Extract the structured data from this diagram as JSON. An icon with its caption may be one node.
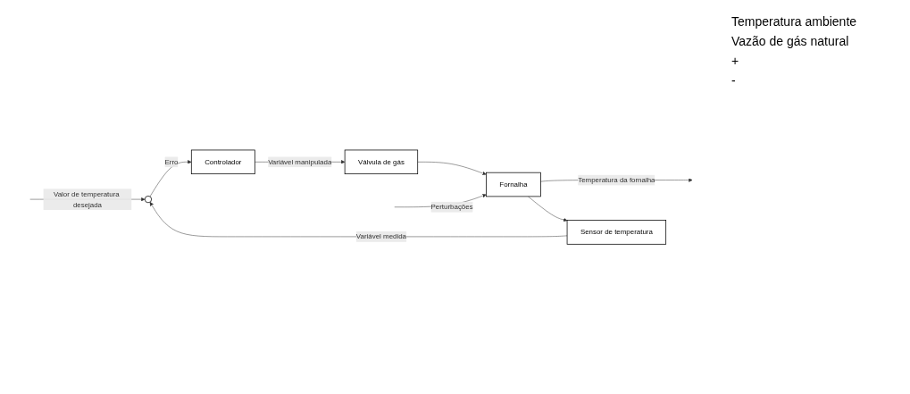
{
  "diagram": {
    "nodes": [
      {
        "text": [],
        "shape": "circle"
      },
      {
        "text": [
          "Controlador"
        ]
      },
      {
        "text": [
          "Válvula de gás"
        ]
      },
      {
        "text": [
          "Fornalha"
        ]
      },
      {
        "text": [
          "Sensor de temperatura"
        ]
      }
    ],
    "edges": [
      {
        "from": null,
        "to": 0,
        "arrow": "to",
        "label": "Valor de temperatura desejada"
      },
      {
        "from": 0,
        "to": 1,
        "arrow": "to",
        "label": "Erro"
      },
      {
        "from": 1,
        "to": 2,
        "arrow": "to",
        "label": "Variável manipulada"
      },
      {
        "from": 2,
        "to": 3,
        "arrow": "to"
      },
      {
        "from": null,
        "to": 3,
        "arrow": "to",
        "label": "Perturbações"
      },
      {
        "from": 3,
        "to": null,
        "arrow": "to",
        "label": "Temperatura da fornalha"
      },
      {
        "from": 3,
        "to": 4,
        "arrow": "to"
      },
      {
        "from": 4,
        "to": 0,
        "arrow": "to",
        "label": "Variável medida"
      }
    ],
    "labels": [
      "Temperatura ambiente",
      "Vazão de gás natural",
      "+",
      "-"
    ]
  }
}
